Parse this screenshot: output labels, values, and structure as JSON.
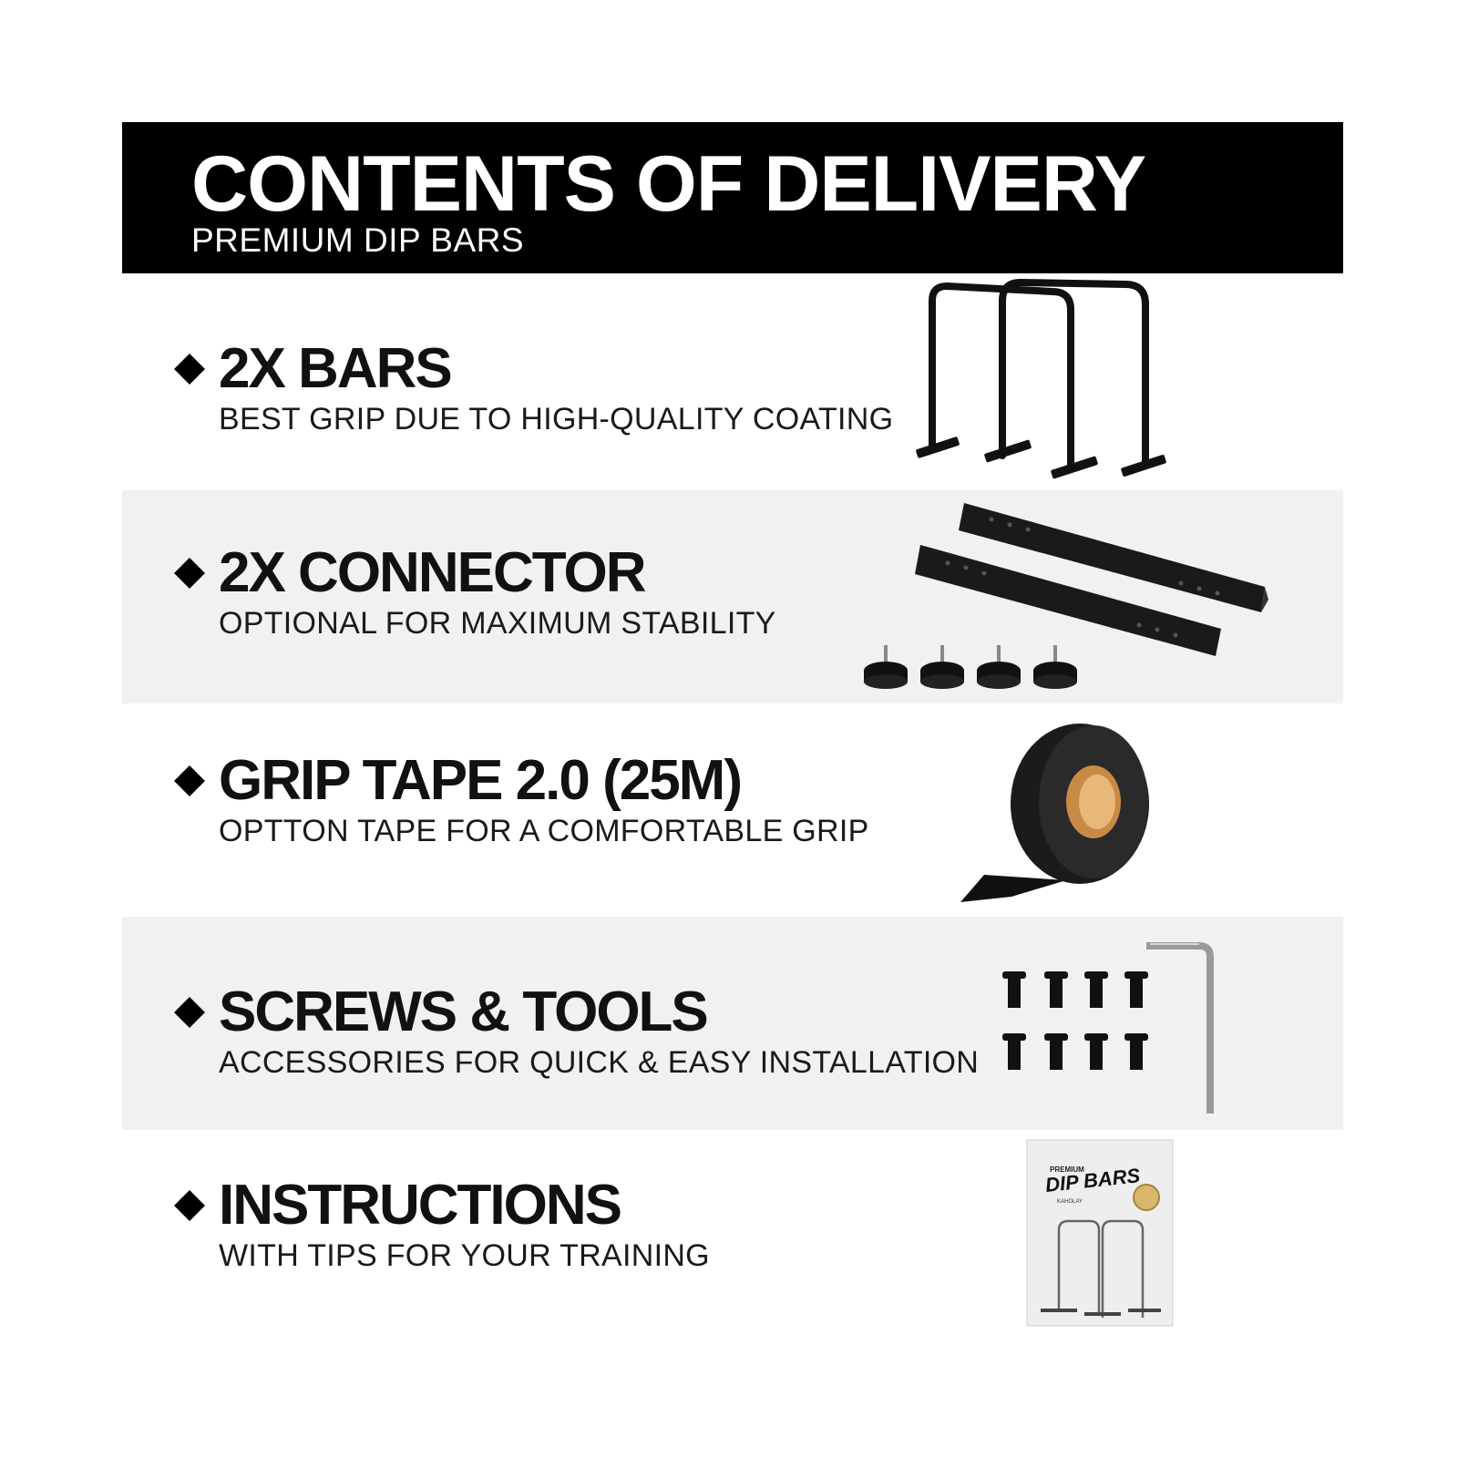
{
  "header": {
    "title": "CONTENTS OF DELIVERY",
    "subtitle": "PREMIUM DIP BARS"
  },
  "items": [
    {
      "title": "2X BARS",
      "description": "BEST GRIP DUE TO HIGH-QUALITY COATING",
      "icon": "dip-bars"
    },
    {
      "title": "2X CONNECTOR",
      "description": "OPTIONAL FOR MAXIMUM STABILITY",
      "icon": "connector-rails"
    },
    {
      "title": "GRIP TAPE 2.0 (25M)",
      "description": "OPTTON TAPE FOR A COMFORTABLE GRIP",
      "icon": "tape-roll"
    },
    {
      "title": "SCREWS & TOOLS",
      "description": "ACCESSORIES FOR QUICK & EASY INSTALLATION",
      "icon": "screws-and-hex-key"
    },
    {
      "title": "INSTRUCTIONS",
      "description": "WITH TIPS FOR YOUR TRAINING",
      "icon": "instruction-manual"
    }
  ],
  "manual": {
    "line1": "PREMIUM",
    "line2": "DIP BARS",
    "brand": "KAHOLAY"
  },
  "colors": {
    "header_bg": "#000000",
    "shaded_row_bg": "#f1f1f1",
    "text": "#111111"
  }
}
